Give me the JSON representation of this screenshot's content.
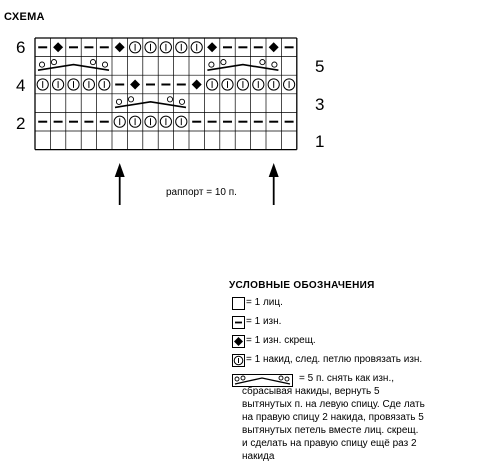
{
  "title": "СХЕМА",
  "row_numbers": {
    "left": [
      "6",
      "4",
      "2"
    ],
    "right": [
      "5",
      "3",
      "1"
    ]
  },
  "rapport_label": "раппорт = 10 п.",
  "grid": {
    "cols": 17,
    "rows": [
      {
        "row": 6,
        "cells": [
          "p",
          "d",
          "p",
          "p",
          "p",
          "d",
          "y",
          "y",
          "y",
          "y",
          "y",
          "d",
          "p",
          "p",
          "p",
          "d",
          "p"
        ]
      },
      {
        "row": 5,
        "cells": [
          "cl",
          "c",
          "c",
          "c",
          "cr",
          "e",
          "e",
          "e",
          "e",
          "e",
          "e",
          "cl",
          "c",
          "c",
          "c",
          "cr",
          "e"
        ]
      },
      {
        "row": 4,
        "cells": [
          "y",
          "y",
          "y",
          "y",
          "y",
          "p",
          "d",
          "p",
          "p",
          "p",
          "d",
          "y",
          "y",
          "y",
          "y",
          "y",
          "y"
        ]
      },
      {
        "row": 3,
        "cells": [
          "e",
          "e",
          "e",
          "e",
          "e",
          "cl",
          "c",
          "c",
          "c",
          "cr",
          "e",
          "e",
          "e",
          "e",
          "e",
          "e",
          "e"
        ]
      },
      {
        "row": 2,
        "cells": [
          "p",
          "p",
          "p",
          "p",
          "p",
          "y",
          "y",
          "y",
          "y",
          "y",
          "p",
          "p",
          "p",
          "p",
          "p",
          "p",
          "p"
        ]
      },
      {
        "row": 1,
        "cells": [
          "e",
          "e",
          "e",
          "e",
          "e",
          "e",
          "e",
          "e",
          "e",
          "e",
          "e",
          "e",
          "e",
          "e",
          "e",
          "e",
          "e"
        ]
      }
    ]
  },
  "legend": {
    "title": "УСЛОВНЫЕ ОБОЗНАЧЕНИЯ",
    "items": [
      {
        "icon": "empty-square-icon",
        "text": "= 1 лиц."
      },
      {
        "icon": "dash-square-icon",
        "text": "= 1 изн."
      },
      {
        "icon": "diamond-square-icon",
        "text": "= 1 изн. скрещ."
      },
      {
        "icon": "circled-one-square-icon",
        "text": "= 1 накид, след. петлю провязать изн."
      },
      {
        "icon": "cluster-icon",
        "lines": [
          "= 5 п. снять как изн.,",
          "сбрасывая накиды, вернуть 5",
          "вытянутых п. на левую спицу. Сде лать",
          "на правую спицу 2 накида, провязать 5",
          "вытянутых петель вместе лиц. скрещ.",
          "и сделать на правую спицу ещё раз 2",
          "накида"
        ]
      }
    ]
  },
  "colors": {
    "ink": "#000000",
    "background": "#ffffff"
  }
}
